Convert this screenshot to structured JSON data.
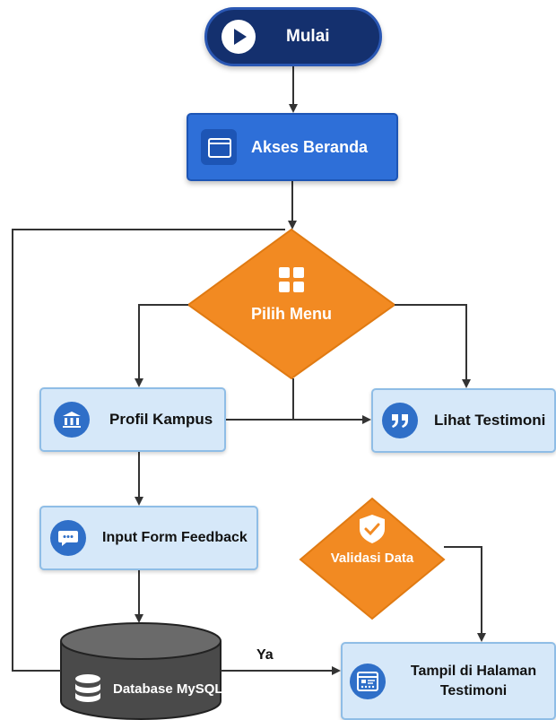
{
  "nodes": {
    "start": {
      "label": "Mulai",
      "icon": "play-icon"
    },
    "beranda": {
      "label": "Akses Beranda",
      "icon": "browser-window-icon"
    },
    "pilih_menu": {
      "label": "Pilih Menu",
      "icon": "grid-icon"
    },
    "profil_kampus": {
      "label": "Profil Kampus",
      "icon": "bank-icon"
    },
    "lihat_testimoni": {
      "label": "Lihat Testimoni",
      "icon": "quote-icon"
    },
    "input_feedback": {
      "label": "Input Form Feedback",
      "icon": "chat-bubble-icon"
    },
    "validasi": {
      "label": "Validasi Data",
      "icon": "shield-check-icon"
    },
    "database": {
      "label": "Database MySQL",
      "icon": "database-icon"
    },
    "tampil": {
      "label_line1": "Tampil di Halaman",
      "label_line2": "Testimoni",
      "icon": "rating-card-icon"
    }
  },
  "edges": [
    {
      "from": "start",
      "to": "beranda"
    },
    {
      "from": "beranda",
      "to": "pilih_menu"
    },
    {
      "from": "pilih_menu",
      "to": "profil_kampus"
    },
    {
      "from": "pilih_menu",
      "to": "lihat_testimoni"
    },
    {
      "from": "profil_kampus",
      "to": "lihat_testimoni"
    },
    {
      "from": "profil_kampus",
      "to": "input_feedback"
    },
    {
      "from": "input_feedback",
      "to": "database"
    },
    {
      "from": "database",
      "to": "tampil",
      "label": "Ya"
    },
    {
      "from": "validasi",
      "to": "tampil"
    },
    {
      "from": "database",
      "to": "pilih_menu"
    }
  ],
  "colors": {
    "start_fill": "#14306e",
    "process_blue": "#2e6fd8",
    "decision_orange": "#f28a22",
    "light_box": "#d6e8f9",
    "light_box_border": "#8fbde6",
    "database_fill": "#4a4a4a",
    "arrow": "#333333"
  }
}
